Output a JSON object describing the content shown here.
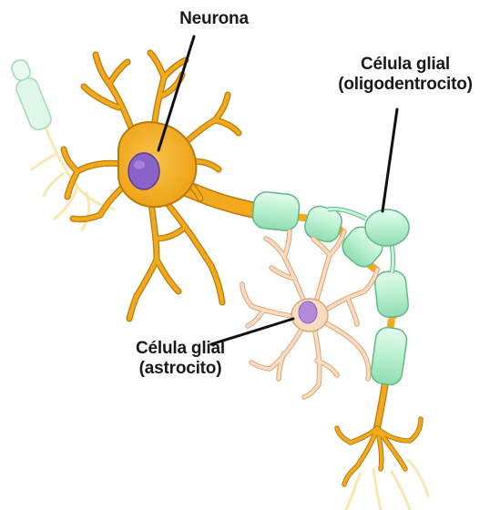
{
  "labels": {
    "neuron": "Neurona",
    "oligodendrocyte_line1": "Célula glial",
    "oligodendrocyte_line2": "(oligodentrocito)",
    "astrocyte_line1": "Célula glial",
    "astrocyte_line2": "(astrocito)"
  },
  "colors": {
    "neuron_body": "#f2a91c",
    "neuron_outline": "#b87a0c",
    "nucleus": "#8a63c9",
    "nucleus_outline": "#5c3c9e",
    "myelin": "#b9f0cf",
    "myelin_outline": "#5fb887",
    "astrocyte_body": "#fcdcc0",
    "astrocyte_outline": "#d9a57a",
    "astrocyte_nucleus": "#b48ad8",
    "faded_neuron": "#fde7b0",
    "leader_line": "#111111"
  }
}
